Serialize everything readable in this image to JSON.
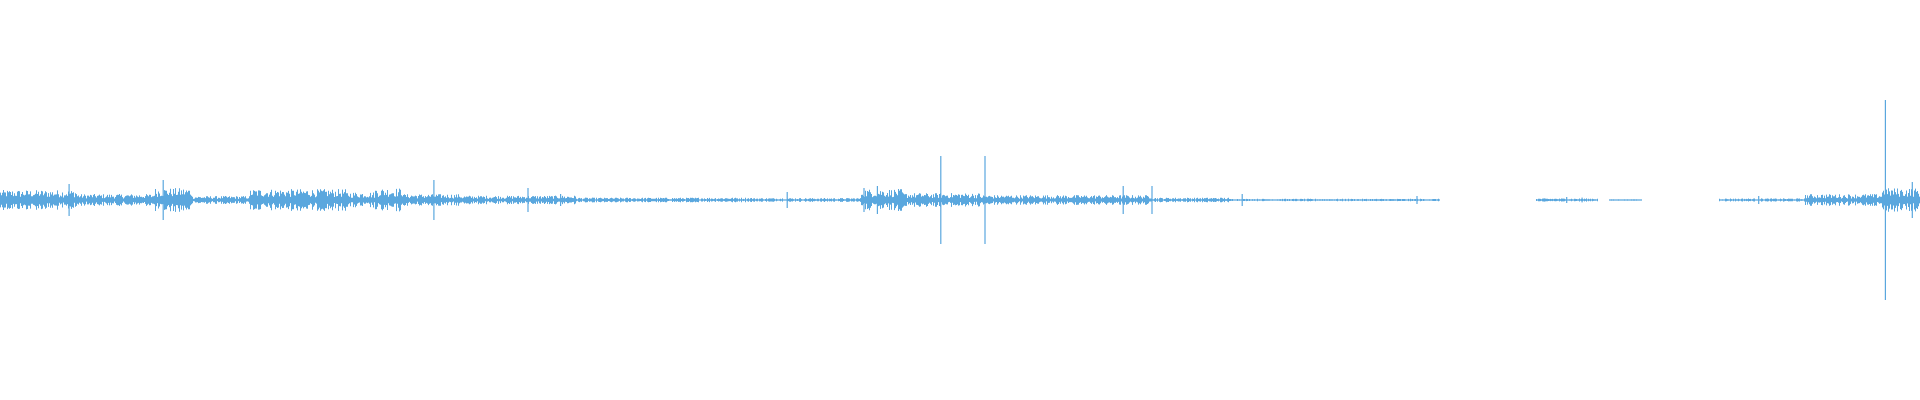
{
  "waveform": {
    "color": "#5aa7de",
    "background": "#ffffff",
    "envelope": [
      {
        "from": 0.0,
        "to": 0.04,
        "amp": 0.05
      },
      {
        "from": 0.04,
        "to": 0.08,
        "amp": 0.03
      },
      {
        "from": 0.08,
        "to": 0.1,
        "amp": 0.06
      },
      {
        "from": 0.1,
        "to": 0.13,
        "amp": 0.02
      },
      {
        "from": 0.13,
        "to": 0.18,
        "amp": 0.055
      },
      {
        "from": 0.18,
        "to": 0.195,
        "amp": 0.04
      },
      {
        "from": 0.195,
        "to": 0.21,
        "amp": 0.06
      },
      {
        "from": 0.21,
        "to": 0.24,
        "amp": 0.03
      },
      {
        "from": 0.24,
        "to": 0.3,
        "amp": 0.022
      },
      {
        "from": 0.3,
        "to": 0.392,
        "amp": 0.012
      },
      {
        "from": 0.392,
        "to": 0.448,
        "amp": 0.01
      },
      {
        "from": 0.448,
        "to": 0.47,
        "amp": 0.055
      },
      {
        "from": 0.47,
        "to": 0.51,
        "amp": 0.035
      },
      {
        "from": 0.51,
        "to": 0.6,
        "amp": 0.025
      },
      {
        "from": 0.6,
        "to": 0.64,
        "amp": 0.012
      },
      {
        "from": 0.64,
        "to": 0.75,
        "amp": 0.006
      },
      {
        "from": 0.8,
        "to": 0.832,
        "amp": 0.008
      },
      {
        "from": 0.838,
        "to": 0.855,
        "amp": 0.004
      },
      {
        "from": 0.895,
        "to": 0.94,
        "amp": 0.008
      },
      {
        "from": 0.94,
        "to": 0.98,
        "amp": 0.03
      },
      {
        "from": 0.98,
        "to": 1.0,
        "amp": 0.06
      }
    ],
    "spikes": [
      {
        "at": 0.036,
        "amp": 0.08
      },
      {
        "at": 0.085,
        "amp": 0.1
      },
      {
        "at": 0.226,
        "amp": 0.1
      },
      {
        "at": 0.275,
        "amp": 0.06
      },
      {
        "at": 0.292,
        "amp": 0.03
      },
      {
        "at": 0.41,
        "amp": 0.04
      },
      {
        "at": 0.45,
        "amp": 0.06
      },
      {
        "at": 0.457,
        "amp": 0.07
      },
      {
        "at": 0.49,
        "amp": 0.22
      },
      {
        "at": 0.513,
        "amp": 0.22
      },
      {
        "at": 0.585,
        "amp": 0.07
      },
      {
        "at": 0.6,
        "amp": 0.07
      },
      {
        "at": 0.647,
        "amp": 0.03
      },
      {
        "at": 0.738,
        "amp": 0.02
      },
      {
        "at": 0.816,
        "amp": 0.015
      },
      {
        "at": 0.824,
        "amp": 0.012
      },
      {
        "at": 0.916,
        "amp": 0.02
      },
      {
        "at": 0.982,
        "amp": 0.5
      },
      {
        "at": 0.996,
        "amp": 0.09
      }
    ]
  }
}
